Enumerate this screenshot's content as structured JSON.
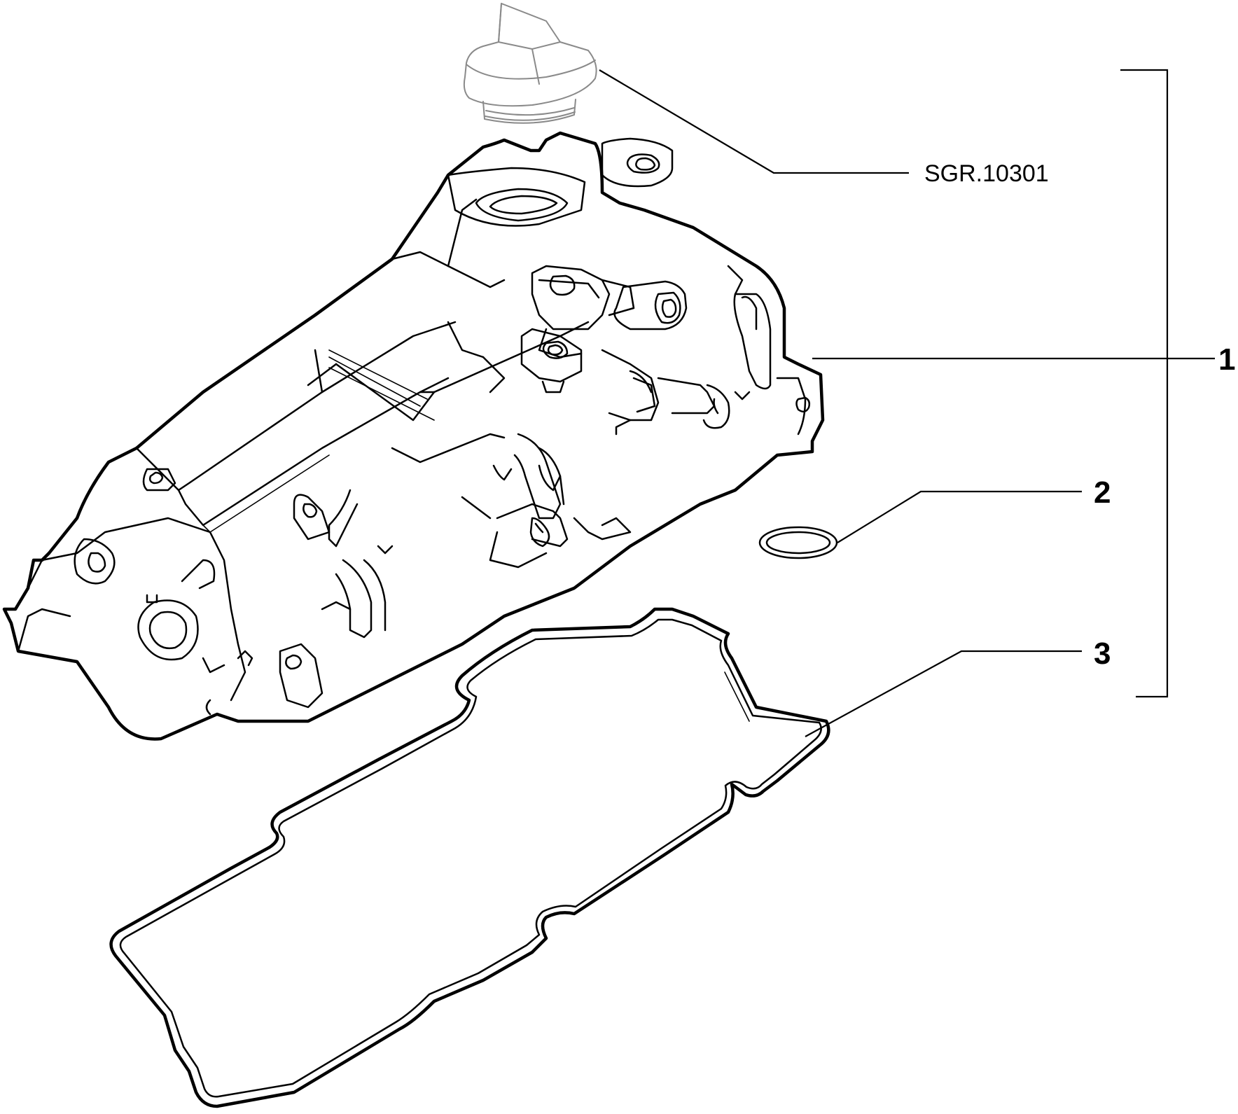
{
  "callouts": {
    "ref_cap": "SGR.10301",
    "part_1": "1",
    "part_2": "2",
    "part_3": "3"
  },
  "colors": {
    "line": "#000000",
    "cap_line": "#8a8a8a",
    "background": "#ffffff"
  }
}
